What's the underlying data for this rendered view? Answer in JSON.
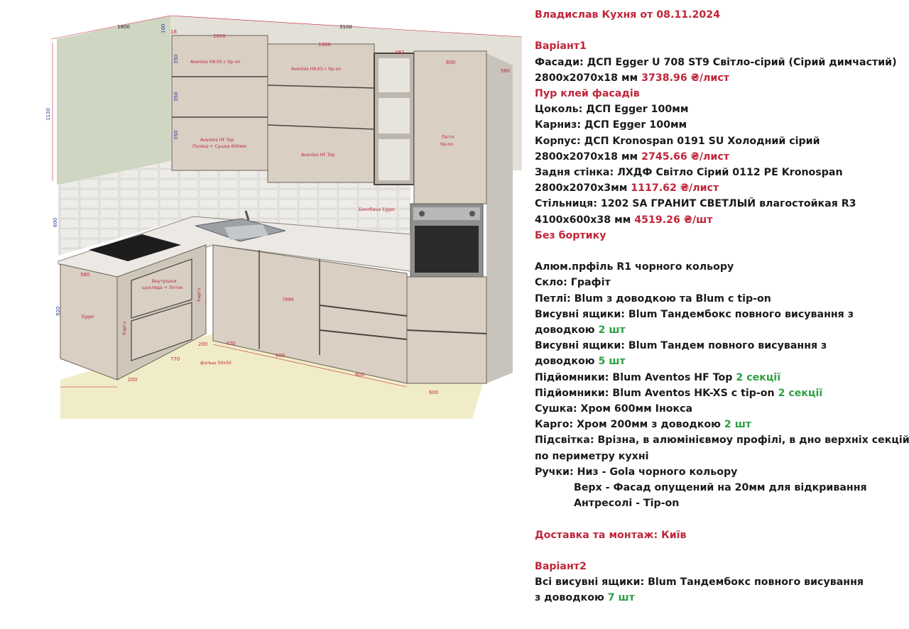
{
  "colors": {
    "accent_red": "#c0263a",
    "accent_green": "#2ea043",
    "facade": "#d9cfc3",
    "wall": "#cdd3bf",
    "floor": "#f0ecc7"
  },
  "drawing": {
    "dims": {
      "top_left": "1800",
      "top_right": "3100",
      "top_small": "100",
      "top_18": "18",
      "w1000a": "1000",
      "w1000b": "1000",
      "w482": "482",
      "w600": "600",
      "d580r": "580",
      "h1130": "1130",
      "h350a": "350",
      "h350b": "350",
      "h350c": "350",
      "h600": "600",
      "h920": "920",
      "d580l": "580",
      "f200a": "200",
      "f770": "770",
      "f200b": "200",
      "f470": "470",
      "f600a": "600",
      "f800": "800",
      "f600b": "600"
    },
    "labels": {
      "hk1": "Aventos HK-XS c tip-on",
      "hk2": "Aventos HK-XS c tip-on",
      "hf1a": "Aventos HF Top",
      "hf1b": "Полиці + Сушка 600мм",
      "hf2": "Aventos HF Top",
      "hinges_a": "Петлі",
      "hinges_b": "tip-on",
      "side": "Бокобина Egger",
      "inner_a": "Внутрішня",
      "inner_b": "шухляда + Лоток",
      "cargo1": "Карго",
      "cargo2": "Карго",
      "egger": "Egger",
      "pmm": "ПММ",
      "falsh": "фальш 50x50"
    }
  },
  "spec": {
    "title": "Владислав Кухня от 08.11.2024",
    "v1_title": "Варіант1",
    "facades": "Фасади: ДСП Egger U 708 ST9 Світло-сірий (Сірий димчастий)",
    "facades_size": "2800x2070x18 мм",
    "facades_price": "3738.96 ₴/лист",
    "pur": "Пур клей фасадів",
    "plinth": "Цоколь: ДСП Egger 100мм",
    "cornice": "Карниз: ДСП Egger 100мм",
    "body": "Корпус: ДСП Kronospan 0191 SU Холодний сірий",
    "body_size": "2800x2070x18 мм",
    "body_price": "2745.66 ₴/лист",
    "back": "Задня стінка: ЛХДФ Світло Сірий 0112 PE Kronospan",
    "back_size": "2800x2070x3мм",
    "back_price": "1117.62 ₴/лист",
    "top": "Стільниця: 1202 SA ГРАНИТ СВЕТЛЫЙ влагостойкая R3",
    "top_size": "4100x600x38 мм",
    "top_price": "4519.26 ₴/шт",
    "no_edge": "Без бортику",
    "profile": "Алюм.прфіль R1 чорного кольору",
    "glass": "Скло: Графіт",
    "hinges": "Петлі: Blum з доводкою та Blum с tip-on",
    "drawers1": "Висувні ящики: Blum Тандембокс повного висування з",
    "drawers1b": "доводкою",
    "drawers1_qty": "2 шт",
    "drawers2": "Висувні ящики: Blum Тандем повного висування з",
    "drawers2b": "доводкою",
    "drawers2_qty": "5 шт",
    "lift1": "Підйомники: Blum Aventos HF Top",
    "lift1_qty": "2 секції",
    "lift2": "Підйомники: Blum Aventos HK-XS с tip-on",
    "lift2_qty": "2 секції",
    "dryer": "Сушка: Хром 600мм Інокса",
    "cargo": "Карго: Хром 200мм з доводкою",
    "cargo_qty": "2 шт",
    "light": "Підсвітка: Врізна, в алюмінієвмоу профілі, в дно верхніх секцій,",
    "light2": "по периметру кухні",
    "handles": "Ручки: Низ - Gola чорного кольору",
    "handles2": "Верх - Фасад опущений на 20мм для відкривання",
    "handles3": "Антресолі - Tip-on",
    "delivery": "Доставка та монтаж: Київ",
    "v2_title": "Варіант2",
    "v2_line": "Всі висувні ящики: Blum Тандембокс повного висування",
    "v2_line2": "з доводкою",
    "v2_qty": "7 шт"
  }
}
